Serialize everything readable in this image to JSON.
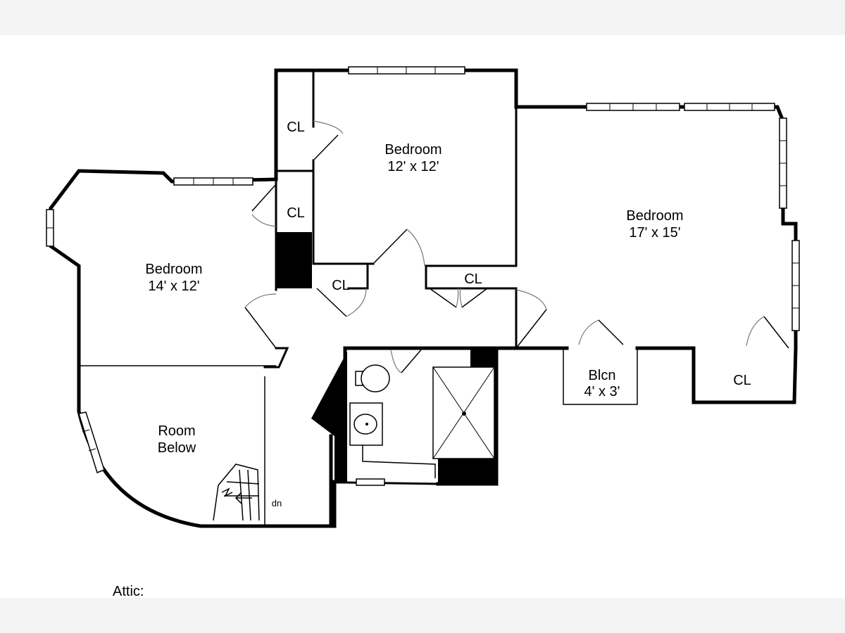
{
  "rooms": {
    "bedroom_left": {
      "name": "Bedroom",
      "size": "14' x 12'"
    },
    "bedroom_middle": {
      "name": "Bedroom",
      "size": "12' x 12'"
    },
    "bedroom_right": {
      "name": "Bedroom",
      "size": "17' x 15'"
    },
    "room_below": {
      "line1": "Room",
      "line2": "Below"
    },
    "balcony": {
      "name": "Blcn",
      "size": "4' x 3'"
    }
  },
  "closets": {
    "cl_top_left": "CL",
    "cl_mid_left": "CL",
    "cl_hall_left": "CL",
    "cl_hall_right": "CL",
    "cl_right": "CL"
  },
  "stairs": {
    "direction": "dn"
  },
  "caption": "Attic:"
}
